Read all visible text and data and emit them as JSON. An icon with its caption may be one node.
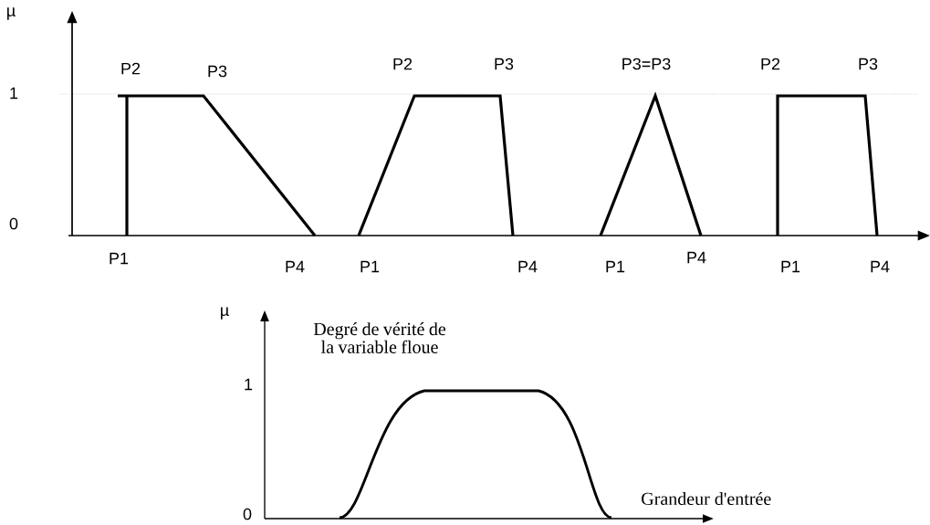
{
  "diagram": {
    "labels": [
      "µ",
      "P2",
      "P3",
      "P2",
      "P3",
      "P3=P3",
      "P2",
      "P3",
      "1",
      "0",
      "P1",
      "P4",
      "P1",
      "P4",
      "P1",
      "P4",
      "P1",
      "P4",
      "µ",
      "Degré de vérité de la variable floue",
      "1",
      "Grandeur d'entrée",
      "0"
    ]
  }
}
